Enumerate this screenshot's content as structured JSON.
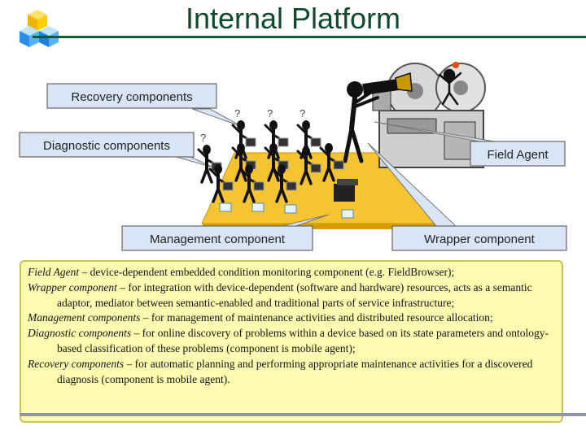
{
  "title": "Internal Platform",
  "callouts": {
    "recovery": "Recovery components",
    "diagnostic": "Diagnostic components",
    "field_agent": "Field Agent",
    "management": "Management component",
    "wrapper": "Wrapper component"
  },
  "descriptions": [
    {
      "term": "Field Agent",
      "text": " – device-dependent embedded condition monitoring component (e.g. FieldBrowser);"
    },
    {
      "term": "Wrapper component",
      "text": " – for integration with device-dependent (software and hardware) resources, acts as a semantic adaptor, mediator between semantic-enabled and traditional parts of service infrastructure;"
    },
    {
      "term": "Management components",
      "text": " – for management of maintenance activities and distributed resource allocation;"
    },
    {
      "term": "Diagnostic components",
      "text": " – for online discovery of problems within a device based on its state parameters and ontology-based classification of these problems (component is mobile agent);"
    },
    {
      "term": "Recovery components",
      "text": " – for automatic planning and performing appropriate maintenance activities for a discovered diagnosis (component is mobile agent)."
    }
  ],
  "figure_marks": {
    "question_mark": "?"
  },
  "colors": {
    "title": "#0b4a2a",
    "callout_fill": "#d9e4f5",
    "description_fill": "#fffbb0",
    "floor_fill": "#f5c431"
  }
}
